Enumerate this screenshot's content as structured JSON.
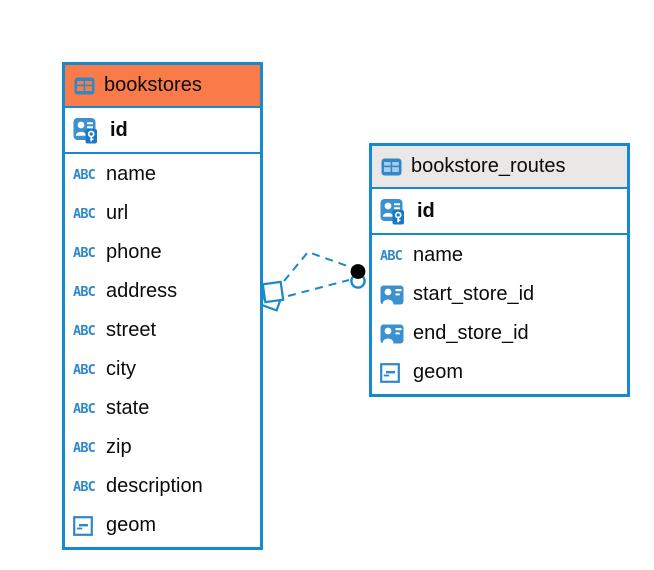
{
  "diagram": {
    "type": "entity-relationship",
    "accent_color": "#178acd",
    "background_color": "#ffffff",
    "icon_colors": {
      "icon_blue": "#3a90d0",
      "table_icon_frame": "#3088c8",
      "key_badge_blue": "#1877c6",
      "text_type_blue": "#2f88cc"
    },
    "text_type_label": "ABC",
    "tables": [
      {
        "id": "bookstores",
        "title": "bookstores",
        "header_bg": "#f87b49",
        "table_icon_cell_color": "#f87b49",
        "primary_key": {
          "name": "id"
        },
        "columns": [
          {
            "name": "name",
            "type": "text"
          },
          {
            "name": "url",
            "type": "text"
          },
          {
            "name": "phone",
            "type": "text"
          },
          {
            "name": "address",
            "type": "text"
          },
          {
            "name": "street",
            "type": "text"
          },
          {
            "name": "city",
            "type": "text"
          },
          {
            "name": "state",
            "type": "text"
          },
          {
            "name": "zip",
            "type": "text"
          },
          {
            "name": "description",
            "type": "text"
          },
          {
            "name": "geom",
            "type": "geometry"
          }
        ]
      },
      {
        "id": "bookstore_routes",
        "title": "bookstore_routes",
        "header_bg": "#e9e8e7",
        "table_icon_cell_color": "#a9cde8",
        "primary_key": {
          "name": "id"
        },
        "columns": [
          {
            "name": "name",
            "type": "text"
          },
          {
            "name": "start_store_id",
            "type": "reference"
          },
          {
            "name": "end_store_id",
            "type": "reference"
          },
          {
            "name": "geom",
            "type": "geometry"
          }
        ]
      }
    ],
    "relationships": [
      {
        "from_table": "bookstores",
        "to_table": "bookstore_routes",
        "line_style": "dashed"
      },
      {
        "from_table": "bookstores",
        "to_table": "bookstore_routes",
        "line_style": "dashed"
      }
    ]
  }
}
